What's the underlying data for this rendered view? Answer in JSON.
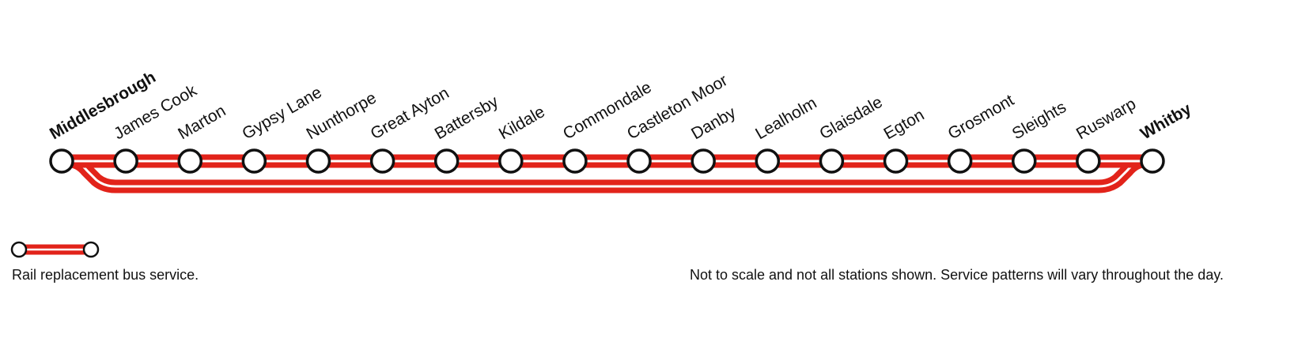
{
  "line_color": "#e2231a",
  "stations": [
    {
      "name": "Middlesbrough",
      "terminus": true
    },
    {
      "name": "James Cook"
    },
    {
      "name": "Marton"
    },
    {
      "name": "Gypsy Lane"
    },
    {
      "name": "Nunthorpe"
    },
    {
      "name": "Great Ayton"
    },
    {
      "name": "Battersby"
    },
    {
      "name": "Kildale"
    },
    {
      "name": "Commondale"
    },
    {
      "name": "Castleton Moor"
    },
    {
      "name": "Danby"
    },
    {
      "name": "Lealholm"
    },
    {
      "name": "Glaisdale"
    },
    {
      "name": "Egton"
    },
    {
      "name": "Grosmont"
    },
    {
      "name": "Sleights"
    },
    {
      "name": "Ruswarp"
    },
    {
      "name": "Whitby",
      "terminus": true
    }
  ],
  "legend": {
    "label": "Rail replacement bus service."
  },
  "footnote": "Not to scale and not all stations shown. Service patterns will vary throughout the day."
}
